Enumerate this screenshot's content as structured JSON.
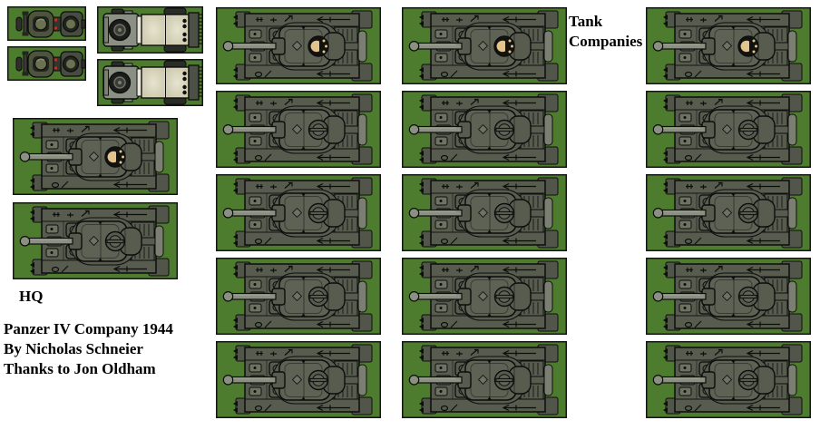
{
  "sheet": {
    "title": "Panzer IV Company 1944 sprite sheet",
    "labels": {
      "hq": "HQ",
      "tank_companies": "Tank Companies",
      "credits": [
        "Panzer IV Company 1944",
        "By Nicholas Schneier",
        "Thanks to Jon Oldham"
      ]
    },
    "colors": {
      "field_green": "#4e7c2e",
      "box_border": "#141414",
      "outline": "#0d0d0d",
      "hull": "#575c4f",
      "hull_light": "#6d7263",
      "turret": "#5d6254",
      "track": "#43463c",
      "track_pad": "#7a7f72",
      "barrel": "#8b9083",
      "bed_beige": "#d8d4ba",
      "cab_gray": "#8b9084",
      "tire_black": "#1c1d1a",
      "face_tan": "#e2c48c",
      "uniform_olive": "#4c543c",
      "helmet_olive": "#6a7252",
      "taillight_red": "#b5342c",
      "text_color": "#000000"
    },
    "groups": [
      {
        "id": "recon-motorcycles",
        "sprite": "motorcycle",
        "variants": [
          "standard",
          "standard"
        ]
      },
      {
        "id": "supply-trucks",
        "sprite": "truck",
        "variants": [
          "standard",
          "standard"
        ]
      },
      {
        "id": "hq-platoon",
        "sprite": "tank",
        "variants": [
          "commander",
          "buttoned"
        ]
      },
      {
        "id": "tank-company-1",
        "sprite": "tank",
        "variants": [
          "commander",
          "buttoned",
          "buttoned",
          "buttoned",
          "buttoned"
        ]
      },
      {
        "id": "tank-company-2",
        "sprite": "tank",
        "variants": [
          "commander",
          "buttoned",
          "buttoned",
          "buttoned",
          "buttoned"
        ]
      },
      {
        "id": "tank-company-3",
        "sprite": "tank",
        "variants": [
          "commander",
          "buttoned",
          "buttoned",
          "buttoned",
          "buttoned"
        ]
      }
    ]
  }
}
